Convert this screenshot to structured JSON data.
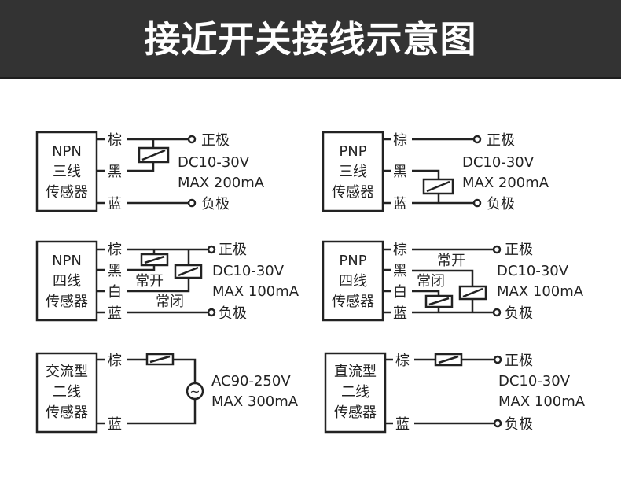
{
  "header": {
    "title": "接近开关接线示意图"
  },
  "colors": {
    "header_bg": "#333333",
    "line": "#222222",
    "background": "#ffffff"
  },
  "diagrams": [
    {
      "id": "npn-3wire",
      "sensor": [
        "NPN",
        "三线",
        "传感器"
      ],
      "wires": [
        "棕",
        "黑",
        "蓝"
      ],
      "terminals": [
        "正极",
        "负极"
      ],
      "spec": [
        "DC10-30V",
        "MAX 200mA"
      ]
    },
    {
      "id": "pnp-3wire",
      "sensor": [
        "PNP",
        "三线",
        "传感器"
      ],
      "wires": [
        "棕",
        "黑",
        "蓝"
      ],
      "terminals": [
        "正极",
        "负极"
      ],
      "spec": [
        "DC10-30V",
        "MAX 200mA"
      ]
    },
    {
      "id": "npn-4wire",
      "sensor": [
        "NPN",
        "四线",
        "传感器"
      ],
      "wires": [
        "棕",
        "黑",
        "白",
        "蓝"
      ],
      "terminals": [
        "正极",
        "负极"
      ],
      "contacts": [
        "常开",
        "常闭"
      ],
      "spec": [
        "DC10-30V",
        "MAX 100mA"
      ]
    },
    {
      "id": "pnp-4wire",
      "sensor": [
        "PNP",
        "四线",
        "传感器"
      ],
      "wires": [
        "棕",
        "黑",
        "白",
        "蓝"
      ],
      "terminals": [
        "正极",
        "负极"
      ],
      "contacts": [
        "常开",
        "常闭"
      ],
      "spec": [
        "DC10-30V",
        "MAX 100mA"
      ]
    },
    {
      "id": "ac-2wire",
      "sensor": [
        "交流型",
        "二线",
        "传感器"
      ],
      "wires": [
        "棕",
        "蓝"
      ],
      "source_symbol": "~",
      "spec": [
        "AC90-250V",
        "MAX 300mA"
      ]
    },
    {
      "id": "dc-2wire",
      "sensor": [
        "直流型",
        "二线",
        "传感器"
      ],
      "wires": [
        "棕",
        "蓝"
      ],
      "terminals": [
        "正极",
        "负极"
      ],
      "spec": [
        "DC10-30V",
        "MAX 100mA"
      ]
    }
  ]
}
